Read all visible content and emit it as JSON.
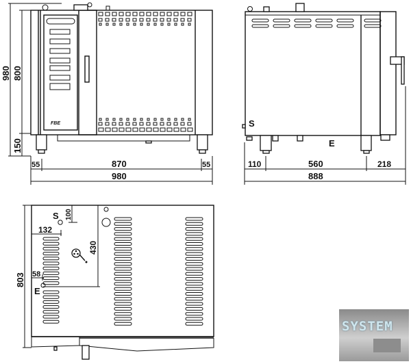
{
  "front_view": {
    "model_label": "FBE",
    "dims": {
      "total_height": "980",
      "body_height": "800",
      "leg_height": "150",
      "left_offset": "55",
      "leg_span": "870",
      "right_offset": "55",
      "total_width": "980"
    }
  },
  "side_view": {
    "supply_label": "S",
    "drain_label": "E",
    "dims": {
      "front_offset": "110",
      "leg_span": "560",
      "rear_offset": "218",
      "total_depth": "888"
    }
  },
  "top_view": {
    "supply_label": "S",
    "drain_label": "E",
    "dims": {
      "supply_from_top": "100",
      "supply_from_left": "132",
      "drain_from_top": "430",
      "drain_from_left": "58",
      "total_depth": "803"
    }
  },
  "watermark": {
    "text": "SYSTEM"
  }
}
